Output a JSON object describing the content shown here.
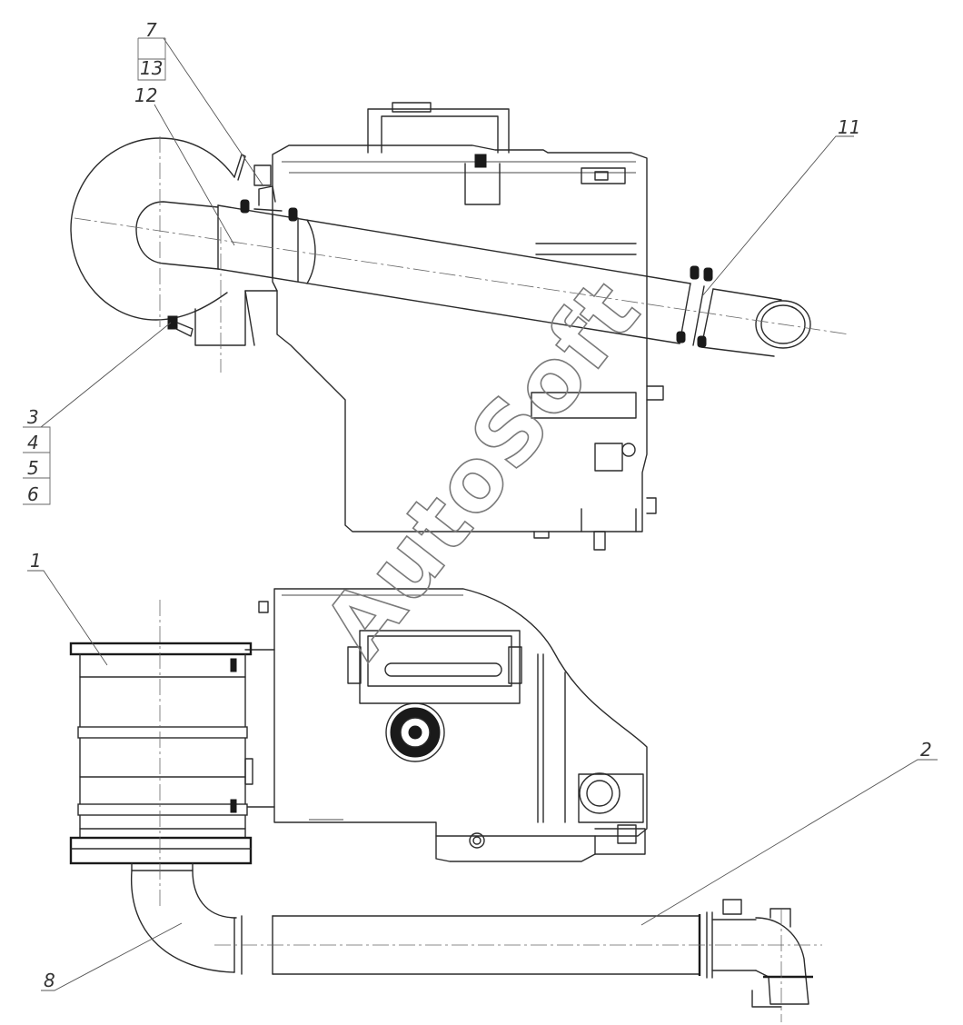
{
  "watermark": "AutoSoft",
  "callouts": {
    "c1": "1",
    "c2": "2",
    "c3": "3",
    "c4": "4",
    "c5": "5",
    "c6": "6",
    "c7": "7",
    "c8": "8",
    "c11": "11",
    "c12": "12",
    "c13": "13"
  },
  "colors": {
    "line": "#2b2b2b",
    "watermark": "#7a7a7a"
  }
}
